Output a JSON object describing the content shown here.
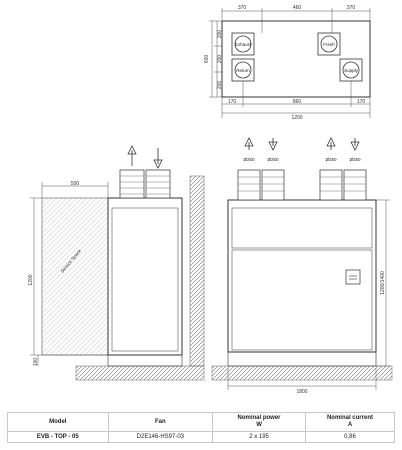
{
  "top_view": {
    "dims_top": [
      "370",
      "460",
      "370"
    ],
    "dims_bottom": [
      "170",
      "860",
      "170"
    ],
    "overall_width": "1200",
    "height_total": "600",
    "height_parts": [
      "200",
      "200",
      "200"
    ],
    "ports": [
      "Exhaust",
      "Fresh",
      "Return",
      "Supply"
    ]
  },
  "side_view": {
    "depth": "500",
    "height": "1200",
    "base": "100",
    "service_label": "Service Space"
  },
  "front_view": {
    "duct_dia": [
      "Ø250",
      "Ø250",
      "Ø250",
      "Ø250"
    ],
    "height": "1200/1400",
    "width": "1800"
  },
  "table": {
    "headers": [
      {
        "title": "Model",
        "unit": ""
      },
      {
        "title": "Fan",
        "unit": ""
      },
      {
        "title": "Nominal power",
        "unit": "W"
      },
      {
        "title": "Nominal current",
        "unit": "A"
      }
    ],
    "rows": [
      {
        "model": "EVB - TOP - 05",
        "fan": "D2E146-HS97-03",
        "power": "2 x 195",
        "current": "0,86"
      }
    ]
  }
}
